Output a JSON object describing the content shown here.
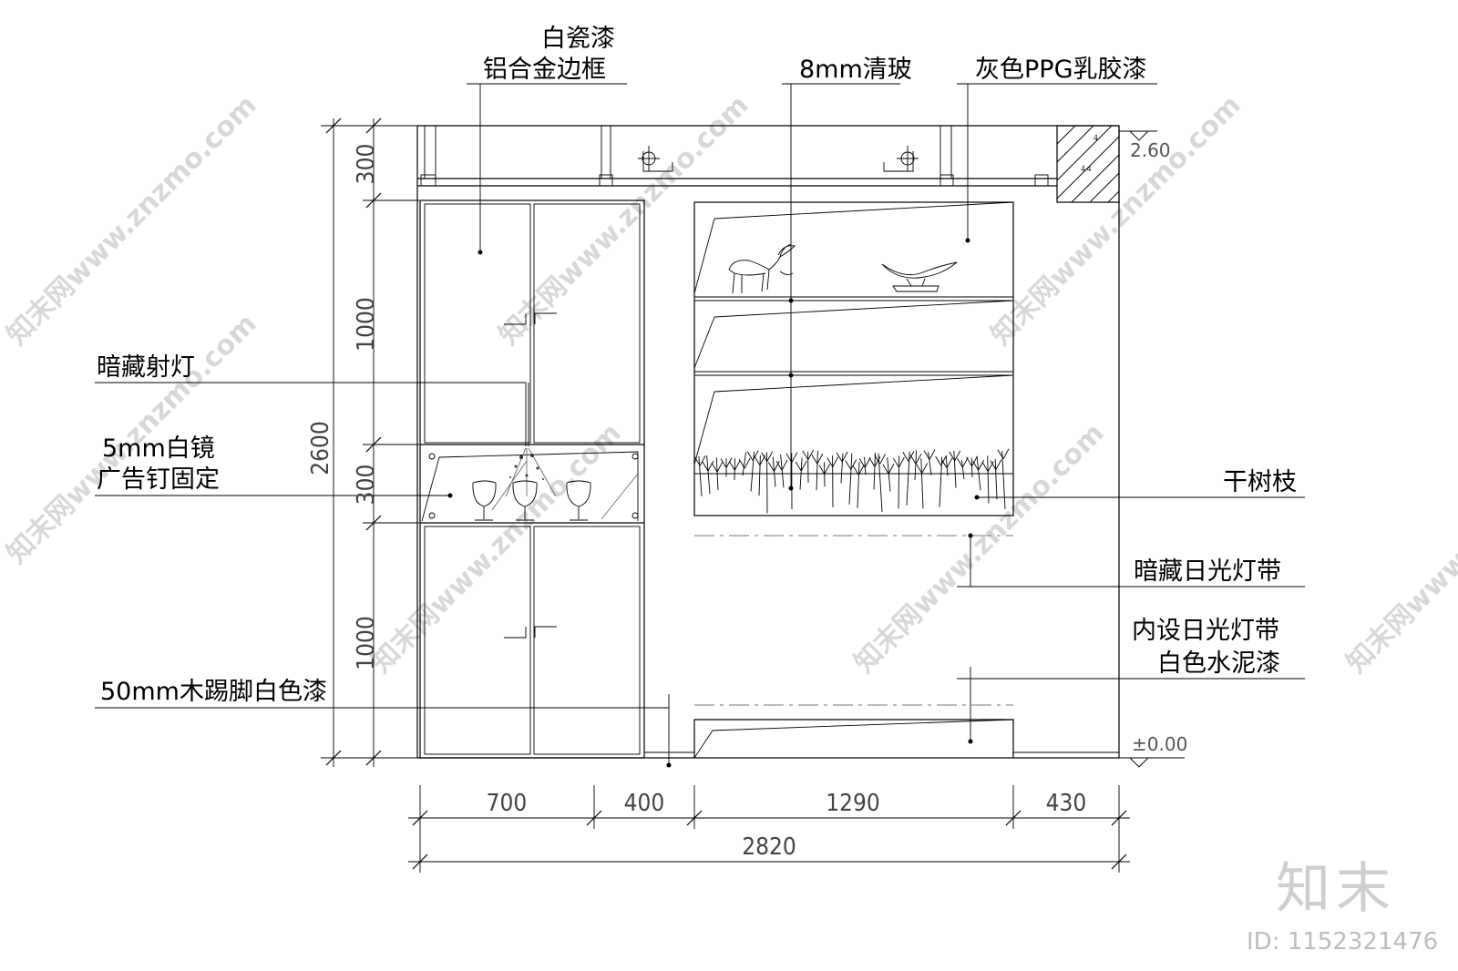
{
  "labels": {
    "white_porcelain_paint": "白瓷漆",
    "aluminum_frame": "铝合金边框",
    "clear_glass_8mm": "8mm清玻",
    "gray_ppg_latex": "灰色PPG乳胶漆",
    "hidden_spotlight": "暗藏射灯",
    "white_mirror_5mm": "5mm白镜",
    "ad_nail_fixed": "广告钉固定",
    "dry_branches": "干树枝",
    "hidden_fluorescent_strip": "暗藏日光灯带",
    "inner_fluorescent_strip": "内设日光灯带",
    "white_cement_paint": "白色水泥漆",
    "skirting_50mm": "50mm木踢脚白色漆"
  },
  "dimensions": {
    "vertical": [
      "300",
      "1000",
      "300",
      "1000"
    ],
    "total_height": "2600",
    "horizontal": [
      "700",
      "400",
      "1290",
      "430"
    ],
    "total_width": "2820"
  },
  "elevations": {
    "top": "2.60",
    "floor": "±0.00"
  },
  "watermark": {
    "site": "知末网www.znzmo.com",
    "brand": "知末",
    "id": "ID: 1152321476"
  }
}
